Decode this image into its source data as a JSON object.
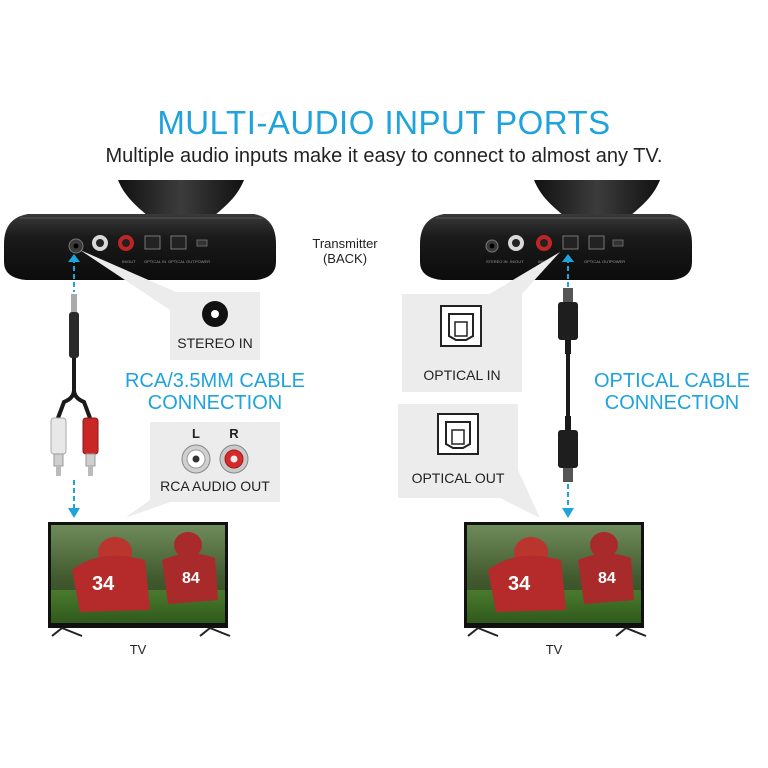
{
  "header": {
    "title": "MULTI-AUDIO INPUT PORTS",
    "subtitle": "Multiple audio inputs make it easy to connect to almost any TV."
  },
  "transmitter": {
    "label_line1": "Transmitter",
    "label_line2": "(BACK)"
  },
  "left": {
    "callout_stereo": "STEREO IN",
    "connection_label_line1": "RCA/3.5MM CABLE",
    "connection_label_line2": "CONNECTION",
    "rca_left": "L",
    "rca_right": "R",
    "callout_rca": "RCA AUDIO OUT",
    "tv_label": "TV"
  },
  "right": {
    "callout_optical_in": "OPTICAL IN",
    "connection_label_line1": "OPTICAL CABLE",
    "connection_label_line2": "CONNECTION",
    "callout_optical_out": "OPTICAL OUT",
    "tv_label": "TV"
  },
  "colors": {
    "accent": "#1ea3dd",
    "device": "#1c1c1c",
    "callout_bg": "#ececec",
    "rca_red": "#d42a2a"
  }
}
